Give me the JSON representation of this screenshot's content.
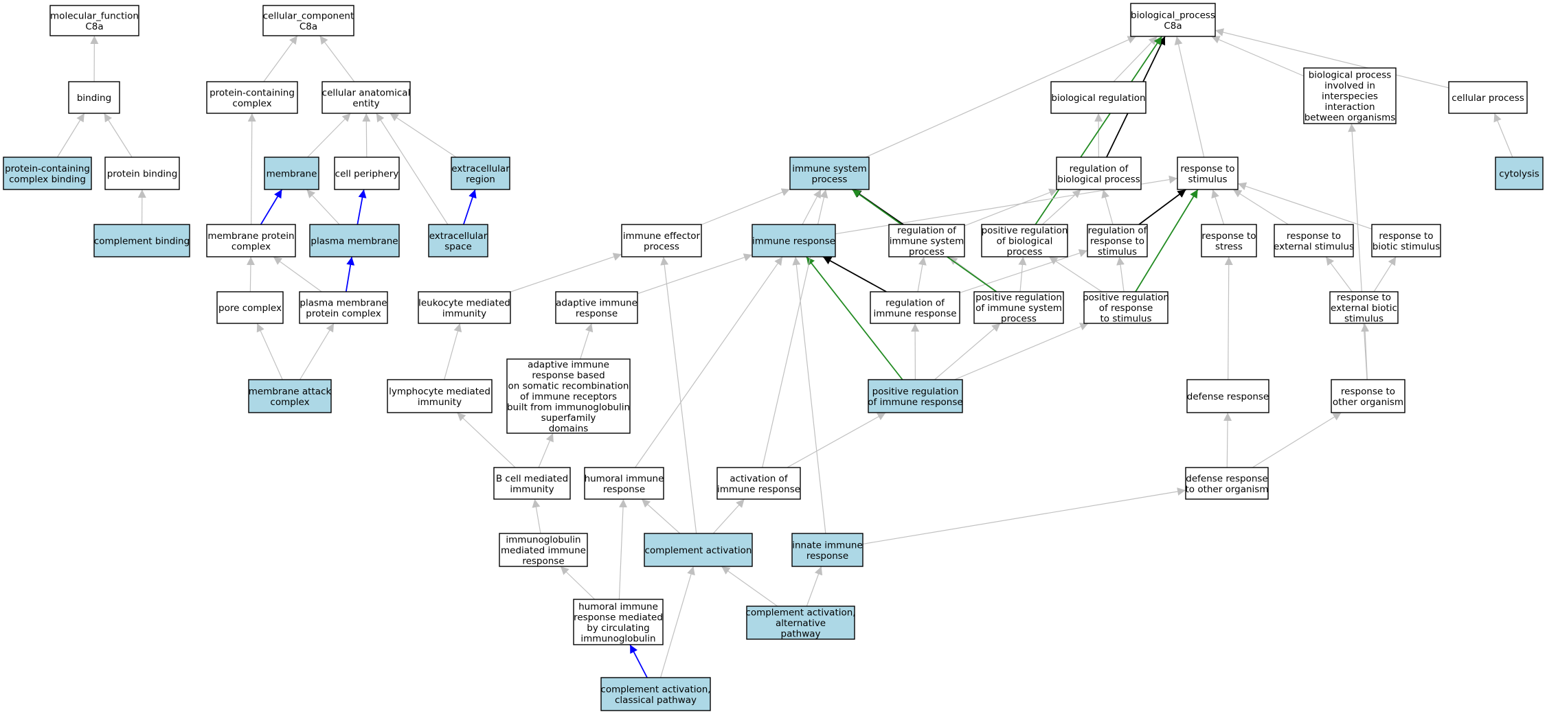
{
  "colors": {
    "highlight": "#add8e6",
    "plain": "#ffffff",
    "edge_is_a": "#c0c0c0",
    "edge_part_of": "#0000ff",
    "edge_regulates": "#000000",
    "edge_positively_regulates": "#228b22"
  },
  "nodes": [
    {
      "id": "mf",
      "label": "molecular_function\nC8a",
      "hl": false
    },
    {
      "id": "cc",
      "label": "cellular_component\nC8a",
      "hl": false
    },
    {
      "id": "bp",
      "label": "biological_process\nC8a",
      "hl": false
    },
    {
      "id": "binding",
      "label": "binding",
      "hl": false
    },
    {
      "id": "pcc",
      "label": "protein-containing\ncomplex",
      "hl": false
    },
    {
      "id": "cae",
      "label": "cellular anatomical\nentity",
      "hl": false
    },
    {
      "id": "bioreg",
      "label": "biological regulation",
      "hl": false
    },
    {
      "id": "bpiibo",
      "label": "biological process\ninvolved in\ninterspecies\ninteraction\nbetween organisms",
      "hl": false
    },
    {
      "id": "cellproc",
      "label": "cellular process",
      "hl": false
    },
    {
      "id": "pccb",
      "label": "protein-containing\ncomplex binding",
      "hl": true
    },
    {
      "id": "protbind",
      "label": "protein binding",
      "hl": false
    },
    {
      "id": "membrane",
      "label": "membrane",
      "hl": true
    },
    {
      "id": "cellper",
      "label": "cell periphery",
      "hl": false
    },
    {
      "id": "extreg",
      "label": "extracellular\nregion",
      "hl": true
    },
    {
      "id": "isp",
      "label": "immune system\nprocess",
      "hl": true
    },
    {
      "id": "regbp",
      "label": "regulation of\nbiological process",
      "hl": false
    },
    {
      "id": "rts",
      "label": "response to\nstimulus",
      "hl": false
    },
    {
      "id": "cytolysis",
      "label": "cytolysis",
      "hl": true
    },
    {
      "id": "compbind",
      "label": "complement binding",
      "hl": true
    },
    {
      "id": "mpc",
      "label": "membrane protein\ncomplex",
      "hl": false
    },
    {
      "id": "pm",
      "label": "plasma membrane",
      "hl": true
    },
    {
      "id": "es",
      "label": "extracellular\nspace",
      "hl": true
    },
    {
      "id": "iep",
      "label": "immune effector\nprocess",
      "hl": false
    },
    {
      "id": "ir",
      "label": "immune response",
      "hl": true
    },
    {
      "id": "risp",
      "label": "regulation of\nimmune system\nprocess",
      "hl": false
    },
    {
      "id": "prbp",
      "label": "positive regulation\nof biological\nprocess",
      "hl": false
    },
    {
      "id": "rrs",
      "label": "regulation of\nresponse to\nstimulus",
      "hl": false
    },
    {
      "id": "rtstress",
      "label": "response to\nstress",
      "hl": false
    },
    {
      "id": "rtes",
      "label": "response to\nexternal stimulus",
      "hl": false
    },
    {
      "id": "rtbs",
      "label": "response to\nbiotic stimulus",
      "hl": false
    },
    {
      "id": "porec",
      "label": "pore complex",
      "hl": false
    },
    {
      "id": "pmpc",
      "label": "plasma membrane\nprotein complex",
      "hl": false
    },
    {
      "id": "lmi",
      "label": "leukocyte mediated\nimmunity",
      "hl": false
    },
    {
      "id": "air",
      "label": "adaptive immune\nresponse",
      "hl": false
    },
    {
      "id": "rir",
      "label": "regulation of\nimmune response",
      "hl": false
    },
    {
      "id": "prisp",
      "label": "positive regulation\nof immune system\nprocess",
      "hl": false
    },
    {
      "id": "prrs",
      "label": "positive regulation\nof response\nto stimulus",
      "hl": false
    },
    {
      "id": "rtebs",
      "label": "response to\nexternal biotic\nstimulus",
      "hl": false
    },
    {
      "id": "mac",
      "label": "membrane attack\ncomplex",
      "hl": true
    },
    {
      "id": "lymmi",
      "label": "lymphocyte mediated\nimmunity",
      "hl": false
    },
    {
      "id": "airsr",
      "label": "adaptive immune\nresponse based\non somatic recombination\nof immune receptors\nbuilt from immunoglobulin\nsuperfamily\ndomains",
      "hl": false
    },
    {
      "id": "prir",
      "label": "positive regulation\nof immune response",
      "hl": true
    },
    {
      "id": "defresp",
      "label": "defense response",
      "hl": false
    },
    {
      "id": "rtoo",
      "label": "response to\nother organism",
      "hl": false
    },
    {
      "id": "bcmi",
      "label": "B cell mediated\nimmunity",
      "hl": false
    },
    {
      "id": "humir",
      "label": "humoral immune\nresponse",
      "hl": false
    },
    {
      "id": "actir",
      "label": "activation of\nimmune response",
      "hl": false
    },
    {
      "id": "drtoo",
      "label": "defense response\nto other organism",
      "hl": false
    },
    {
      "id": "igmir",
      "label": "immunoglobulin\nmediated immune\nresponse",
      "hl": false
    },
    {
      "id": "compact",
      "label": "complement activation",
      "hl": true
    },
    {
      "id": "iir",
      "label": "innate immune\nresponse",
      "hl": true
    },
    {
      "id": "hirmci",
      "label": "humoral immune\nresponse mediated\nby circulating\nimmunoglobulin",
      "hl": false
    },
    {
      "id": "caap",
      "label": "complement activation,\nalternative\npathway",
      "hl": true
    },
    {
      "id": "cacp",
      "label": "complement activation,\nclassical pathway",
      "hl": true
    }
  ],
  "edges": [
    {
      "from": "binding",
      "to": "mf",
      "type": "is_a"
    },
    {
      "from": "pccb",
      "to": "binding",
      "type": "is_a"
    },
    {
      "from": "protbind",
      "to": "binding",
      "type": "is_a"
    },
    {
      "from": "compbind",
      "to": "protbind",
      "type": "is_a"
    },
    {
      "from": "pcc",
      "to": "cc",
      "type": "is_a"
    },
    {
      "from": "cae",
      "to": "cc",
      "type": "is_a"
    },
    {
      "from": "membrane",
      "to": "cae",
      "type": "is_a"
    },
    {
      "from": "cellper",
      "to": "cae",
      "type": "is_a"
    },
    {
      "from": "extreg",
      "to": "cae",
      "type": "is_a"
    },
    {
      "from": "es",
      "to": "cae",
      "type": "is_a"
    },
    {
      "from": "mpc",
      "to": "pcc",
      "type": "is_a"
    },
    {
      "from": "mpc",
      "to": "membrane",
      "type": "part_of"
    },
    {
      "from": "pm",
      "to": "membrane",
      "type": "is_a"
    },
    {
      "from": "pm",
      "to": "cellper",
      "type": "part_of"
    },
    {
      "from": "es",
      "to": "extreg",
      "type": "part_of"
    },
    {
      "from": "porec",
      "to": "mpc",
      "type": "is_a"
    },
    {
      "from": "pmpc",
      "to": "mpc",
      "type": "is_a"
    },
    {
      "from": "pmpc",
      "to": "pm",
      "type": "part_of"
    },
    {
      "from": "mac",
      "to": "porec",
      "type": "is_a"
    },
    {
      "from": "mac",
      "to": "pmpc",
      "type": "is_a"
    },
    {
      "from": "isp",
      "to": "bp",
      "type": "is_a"
    },
    {
      "from": "bioreg",
      "to": "bp",
      "type": "is_a"
    },
    {
      "from": "regbp",
      "to": "bioreg",
      "type": "is_a"
    },
    {
      "from": "regbp",
      "to": "bp",
      "type": "regulates"
    },
    {
      "from": "rts",
      "to": "bp",
      "type": "is_a"
    },
    {
      "from": "bpiibo",
      "to": "bp",
      "type": "is_a"
    },
    {
      "from": "cellproc",
      "to": "bp",
      "type": "is_a"
    },
    {
      "from": "cytolysis",
      "to": "cellproc",
      "type": "is_a"
    },
    {
      "from": "prbp",
      "to": "bp",
      "type": "positively_regulates"
    },
    {
      "from": "prbp",
      "to": "regbp",
      "type": "is_a"
    },
    {
      "from": "iep",
      "to": "isp",
      "type": "is_a"
    },
    {
      "from": "ir",
      "to": "isp",
      "type": "is_a"
    },
    {
      "from": "ir",
      "to": "rts",
      "type": "is_a"
    },
    {
      "from": "risp",
      "to": "regbp",
      "type": "is_a"
    },
    {
      "from": "risp",
      "to": "isp",
      "type": "regulates"
    },
    {
      "from": "rrs",
      "to": "regbp",
      "type": "is_a"
    },
    {
      "from": "rrs",
      "to": "rts",
      "type": "regulates"
    },
    {
      "from": "rtstress",
      "to": "rts",
      "type": "is_a"
    },
    {
      "from": "rtes",
      "to": "rts",
      "type": "is_a"
    },
    {
      "from": "rtbs",
      "to": "rts",
      "type": "is_a"
    },
    {
      "from": "lmi",
      "to": "iep",
      "type": "is_a"
    },
    {
      "from": "air",
      "to": "ir",
      "type": "is_a"
    },
    {
      "from": "rir",
      "to": "risp",
      "type": "is_a"
    },
    {
      "from": "rir",
      "to": "rrs",
      "type": "is_a"
    },
    {
      "from": "rir",
      "to": "ir",
      "type": "regulates"
    },
    {
      "from": "prisp",
      "to": "risp",
      "type": "is_a"
    },
    {
      "from": "prisp",
      "to": "prbp",
      "type": "is_a"
    },
    {
      "from": "prisp",
      "to": "isp",
      "type": "positively_regulates"
    },
    {
      "from": "prrs",
      "to": "rrs",
      "type": "is_a"
    },
    {
      "from": "prrs",
      "to": "prbp",
      "type": "is_a"
    },
    {
      "from": "prrs",
      "to": "rts",
      "type": "positively_regulates"
    },
    {
      "from": "rtebs",
      "to": "rtes",
      "type": "is_a"
    },
    {
      "from": "rtebs",
      "to": "rtbs",
      "type": "is_a"
    },
    {
      "from": "lymmi",
      "to": "lmi",
      "type": "is_a"
    },
    {
      "from": "airsr",
      "to": "air",
      "type": "is_a"
    },
    {
      "from": "prir",
      "to": "rir",
      "type": "is_a"
    },
    {
      "from": "prir",
      "to": "prisp",
      "type": "is_a"
    },
    {
      "from": "prir",
      "to": "prrs",
      "type": "is_a"
    },
    {
      "from": "prir",
      "to": "ir",
      "type": "positively_regulates"
    },
    {
      "from": "defresp",
      "to": "rtstress",
      "type": "is_a"
    },
    {
      "from": "rtoo",
      "to": "rtebs",
      "type": "is_a"
    },
    {
      "from": "rtoo",
      "to": "bpiibo",
      "type": "is_a"
    },
    {
      "from": "bcmi",
      "to": "lymmi",
      "type": "is_a"
    },
    {
      "from": "bcmi",
      "to": "airsr",
      "type": "is_a"
    },
    {
      "from": "humir",
      "to": "ir",
      "type": "is_a"
    },
    {
      "from": "actir",
      "to": "isp",
      "type": "is_a"
    },
    {
      "from": "actir",
      "to": "prir",
      "type": "is_a"
    },
    {
      "from": "drtoo",
      "to": "defresp",
      "type": "is_a"
    },
    {
      "from": "drtoo",
      "to": "rtoo",
      "type": "is_a"
    },
    {
      "from": "igmir",
      "to": "bcmi",
      "type": "is_a"
    },
    {
      "from": "compact",
      "to": "humir",
      "type": "is_a"
    },
    {
      "from": "compact",
      "to": "actir",
      "type": "is_a"
    },
    {
      "from": "compact",
      "to": "iep",
      "type": "is_a"
    },
    {
      "from": "iir",
      "to": "ir",
      "type": "is_a"
    },
    {
      "from": "iir",
      "to": "drtoo",
      "type": "is_a"
    },
    {
      "from": "hirmci",
      "to": "igmir",
      "type": "is_a"
    },
    {
      "from": "hirmci",
      "to": "humir",
      "type": "is_a"
    },
    {
      "from": "caap",
      "to": "compact",
      "type": "is_a"
    },
    {
      "from": "caap",
      "to": "iir",
      "type": "is_a"
    },
    {
      "from": "cacp",
      "to": "compact",
      "type": "is_a"
    },
    {
      "from": "cacp",
      "to": "hirmci",
      "type": "part_of"
    }
  ]
}
